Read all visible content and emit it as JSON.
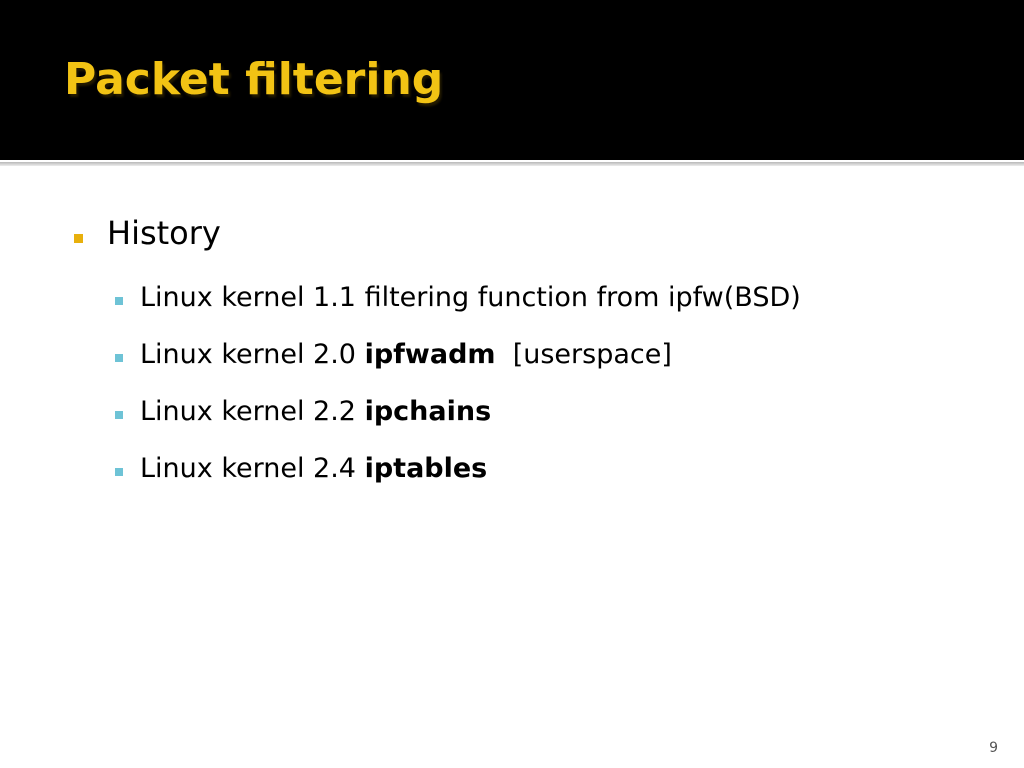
{
  "slide": {
    "title": "Packet filtering",
    "page_number": "9"
  },
  "content": {
    "heading": "History",
    "items": [
      {
        "text": "Linux kernel 1.1 filtering function from ipfw(BSD)",
        "bold": "",
        "suffix": ""
      },
      {
        "text": "Linux kernel 2.0 ",
        "bold": "ipfwadm",
        "suffix": "  [userspace]"
      },
      {
        "text": "Linux kernel 2.2 ",
        "bold": "ipchains",
        "suffix": ""
      },
      {
        "text": "Linux kernel 2.4 ",
        "bold": "iptables",
        "suffix": ""
      }
    ]
  },
  "colors": {
    "title_bar_bg": "#000000",
    "title_text": "#f2c314",
    "level1_bullet": "#e8b00c",
    "level2_bullet": "#6ec3d6"
  }
}
